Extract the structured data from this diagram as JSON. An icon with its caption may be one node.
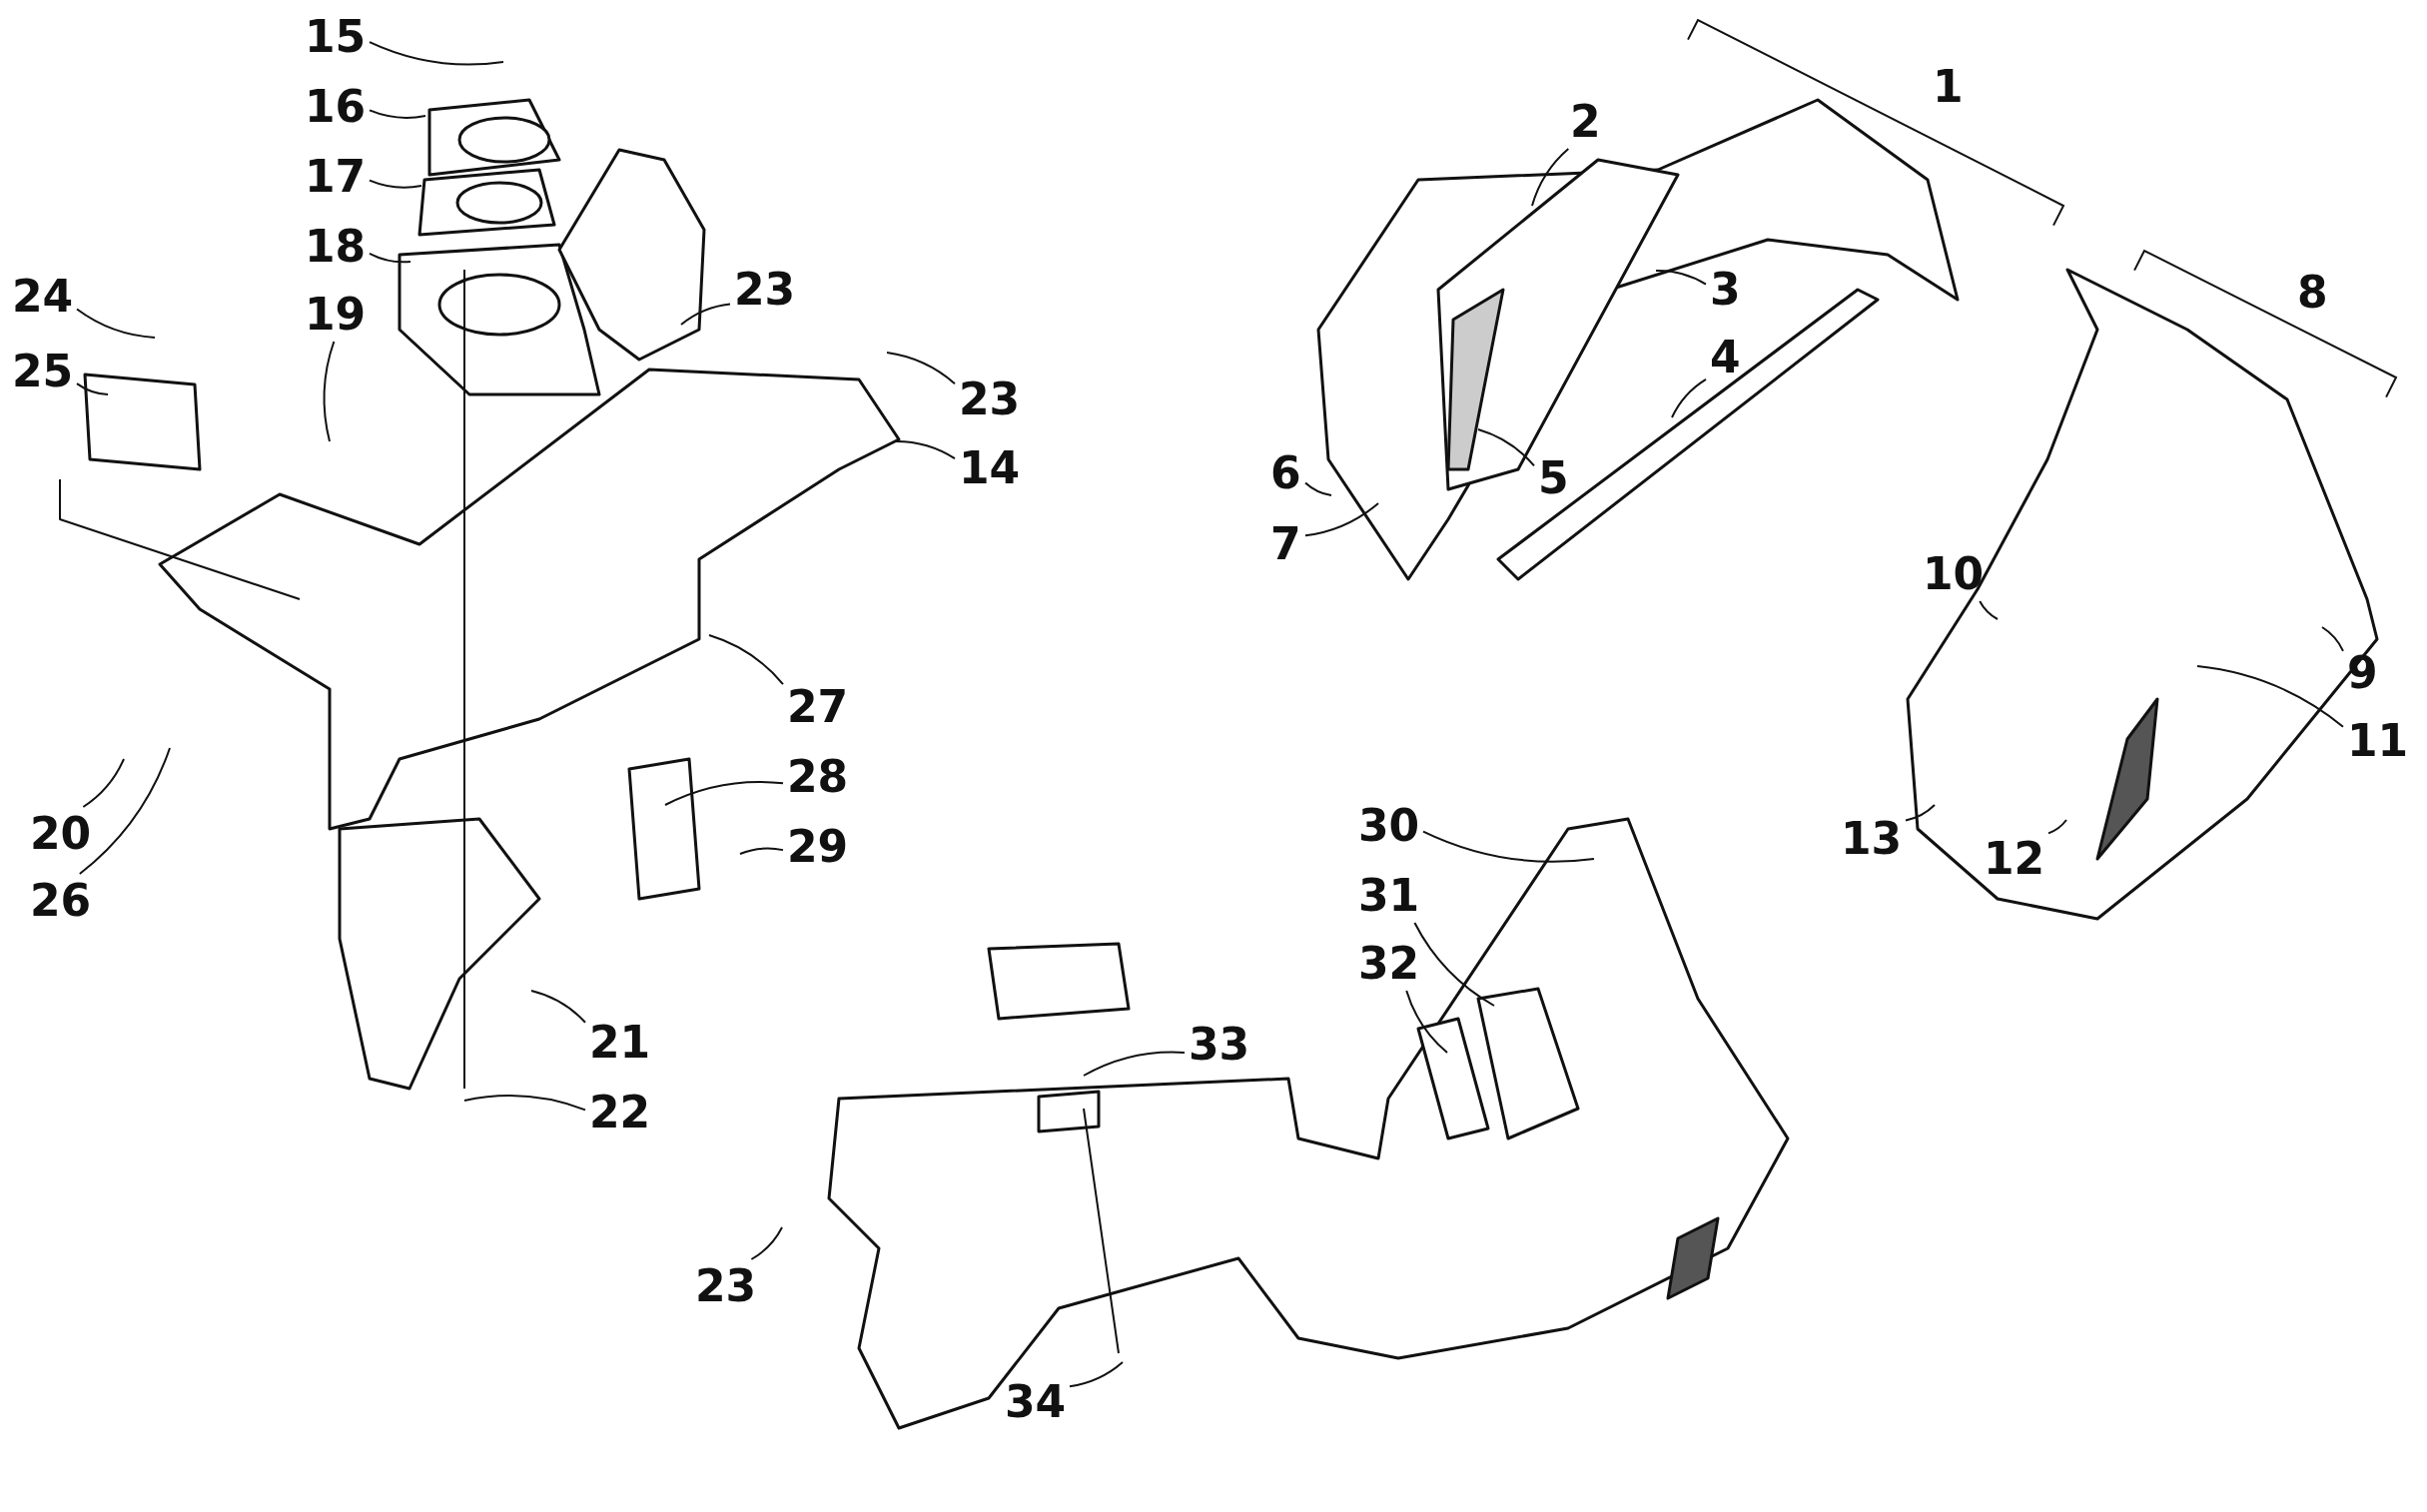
{
  "diagram": {
    "nodes": [
      {
        "text": [
          "15"
        ]
      },
      {
        "text": [
          "16"
        ]
      },
      {
        "text": [
          "17"
        ]
      },
      {
        "text": [
          "18"
        ]
      },
      {
        "text": [
          "19"
        ]
      },
      {
        "text": [
          "24"
        ]
      },
      {
        "text": [
          "25"
        ]
      },
      {
        "text": [
          "23"
        ]
      },
      {
        "text": [
          "23"
        ]
      },
      {
        "text": [
          "14"
        ]
      },
      {
        "text": [
          "27"
        ]
      },
      {
        "text": [
          "28"
        ]
      },
      {
        "text": [
          "29"
        ]
      },
      {
        "text": [
          "20"
        ]
      },
      {
        "text": [
          "26"
        ]
      },
      {
        "text": [
          "21"
        ]
      },
      {
        "text": [
          "22"
        ]
      },
      {
        "text": [
          "2"
        ]
      },
      {
        "text": [
          "3"
        ]
      },
      {
        "text": [
          "4"
        ]
      },
      {
        "text": [
          "5"
        ]
      },
      {
        "text": [
          "6"
        ]
      },
      {
        "text": [
          "7"
        ]
      },
      {
        "text": [
          "10"
        ]
      },
      {
        "text": [
          "9"
        ]
      },
      {
        "text": [
          "11"
        ]
      },
      {
        "text": [
          "13"
        ]
      },
      {
        "text": [
          "12"
        ]
      },
      {
        "text": [
          "30"
        ]
      },
      {
        "text": [
          "31"
        ]
      },
      {
        "text": [
          "32"
        ]
      },
      {
        "text": [
          "33"
        ]
      },
      {
        "text": [
          "23"
        ]
      },
      {
        "text": [
          "34"
        ]
      }
    ],
    "edges": [
      {
        "from": 0,
        "to": null,
        "arrow": "none"
      },
      {
        "from": 1,
        "to": null,
        "arrow": "none"
      },
      {
        "from": 2,
        "to": null,
        "arrow": "none"
      },
      {
        "from": 3,
        "to": null,
        "arrow": "none"
      },
      {
        "from": 4,
        "to": null,
        "arrow": "none"
      },
      {
        "from": 5,
        "to": null,
        "arrow": "none"
      },
      {
        "from": 6,
        "to": null,
        "arrow": "none"
      },
      {
        "from": 7,
        "to": null,
        "arrow": "none"
      },
      {
        "from": 8,
        "to": null,
        "arrow": "none"
      },
      {
        "from": 9,
        "to": null,
        "arrow": "none"
      },
      {
        "from": 10,
        "to": null,
        "arrow": "none"
      },
      {
        "from": 11,
        "to": null,
        "arrow": "none"
      },
      {
        "from": 12,
        "to": null,
        "arrow": "none"
      },
      {
        "from": 13,
        "to": null,
        "arrow": "none"
      },
      {
        "from": 14,
        "to": null,
        "arrow": "none"
      },
      {
        "from": 15,
        "to": null,
        "arrow": "none"
      },
      {
        "from": 16,
        "to": null,
        "arrow": "none"
      },
      {
        "from": 17,
        "to": null,
        "arrow": "none"
      },
      {
        "from": 18,
        "to": null,
        "arrow": "none"
      },
      {
        "from": 19,
        "to": null,
        "arrow": "none"
      },
      {
        "from": 20,
        "to": null,
        "arrow": "none"
      },
      {
        "from": 21,
        "to": null,
        "arrow": "none"
      },
      {
        "from": 22,
        "to": null,
        "arrow": "none"
      },
      {
        "from": 23,
        "to": null,
        "arrow": "none"
      },
      {
        "from": 24,
        "to": null,
        "arrow": "none"
      },
      {
        "from": 25,
        "to": null,
        "arrow": "none"
      },
      {
        "from": 26,
        "to": null,
        "arrow": "none"
      },
      {
        "from": 27,
        "to": null,
        "arrow": "none"
      },
      {
        "from": 28,
        "to": null,
        "arrow": "none"
      },
      {
        "from": 29,
        "to": null,
        "arrow": "none"
      },
      {
        "from": 30,
        "to": null,
        "arrow": "none"
      },
      {
        "from": 31,
        "to": null,
        "arrow": "none"
      },
      {
        "from": 32,
        "to": null,
        "arrow": "none"
      },
      {
        "from": 33,
        "to": null,
        "arrow": "none"
      }
    ],
    "labels": [
      "1",
      "8"
    ]
  }
}
